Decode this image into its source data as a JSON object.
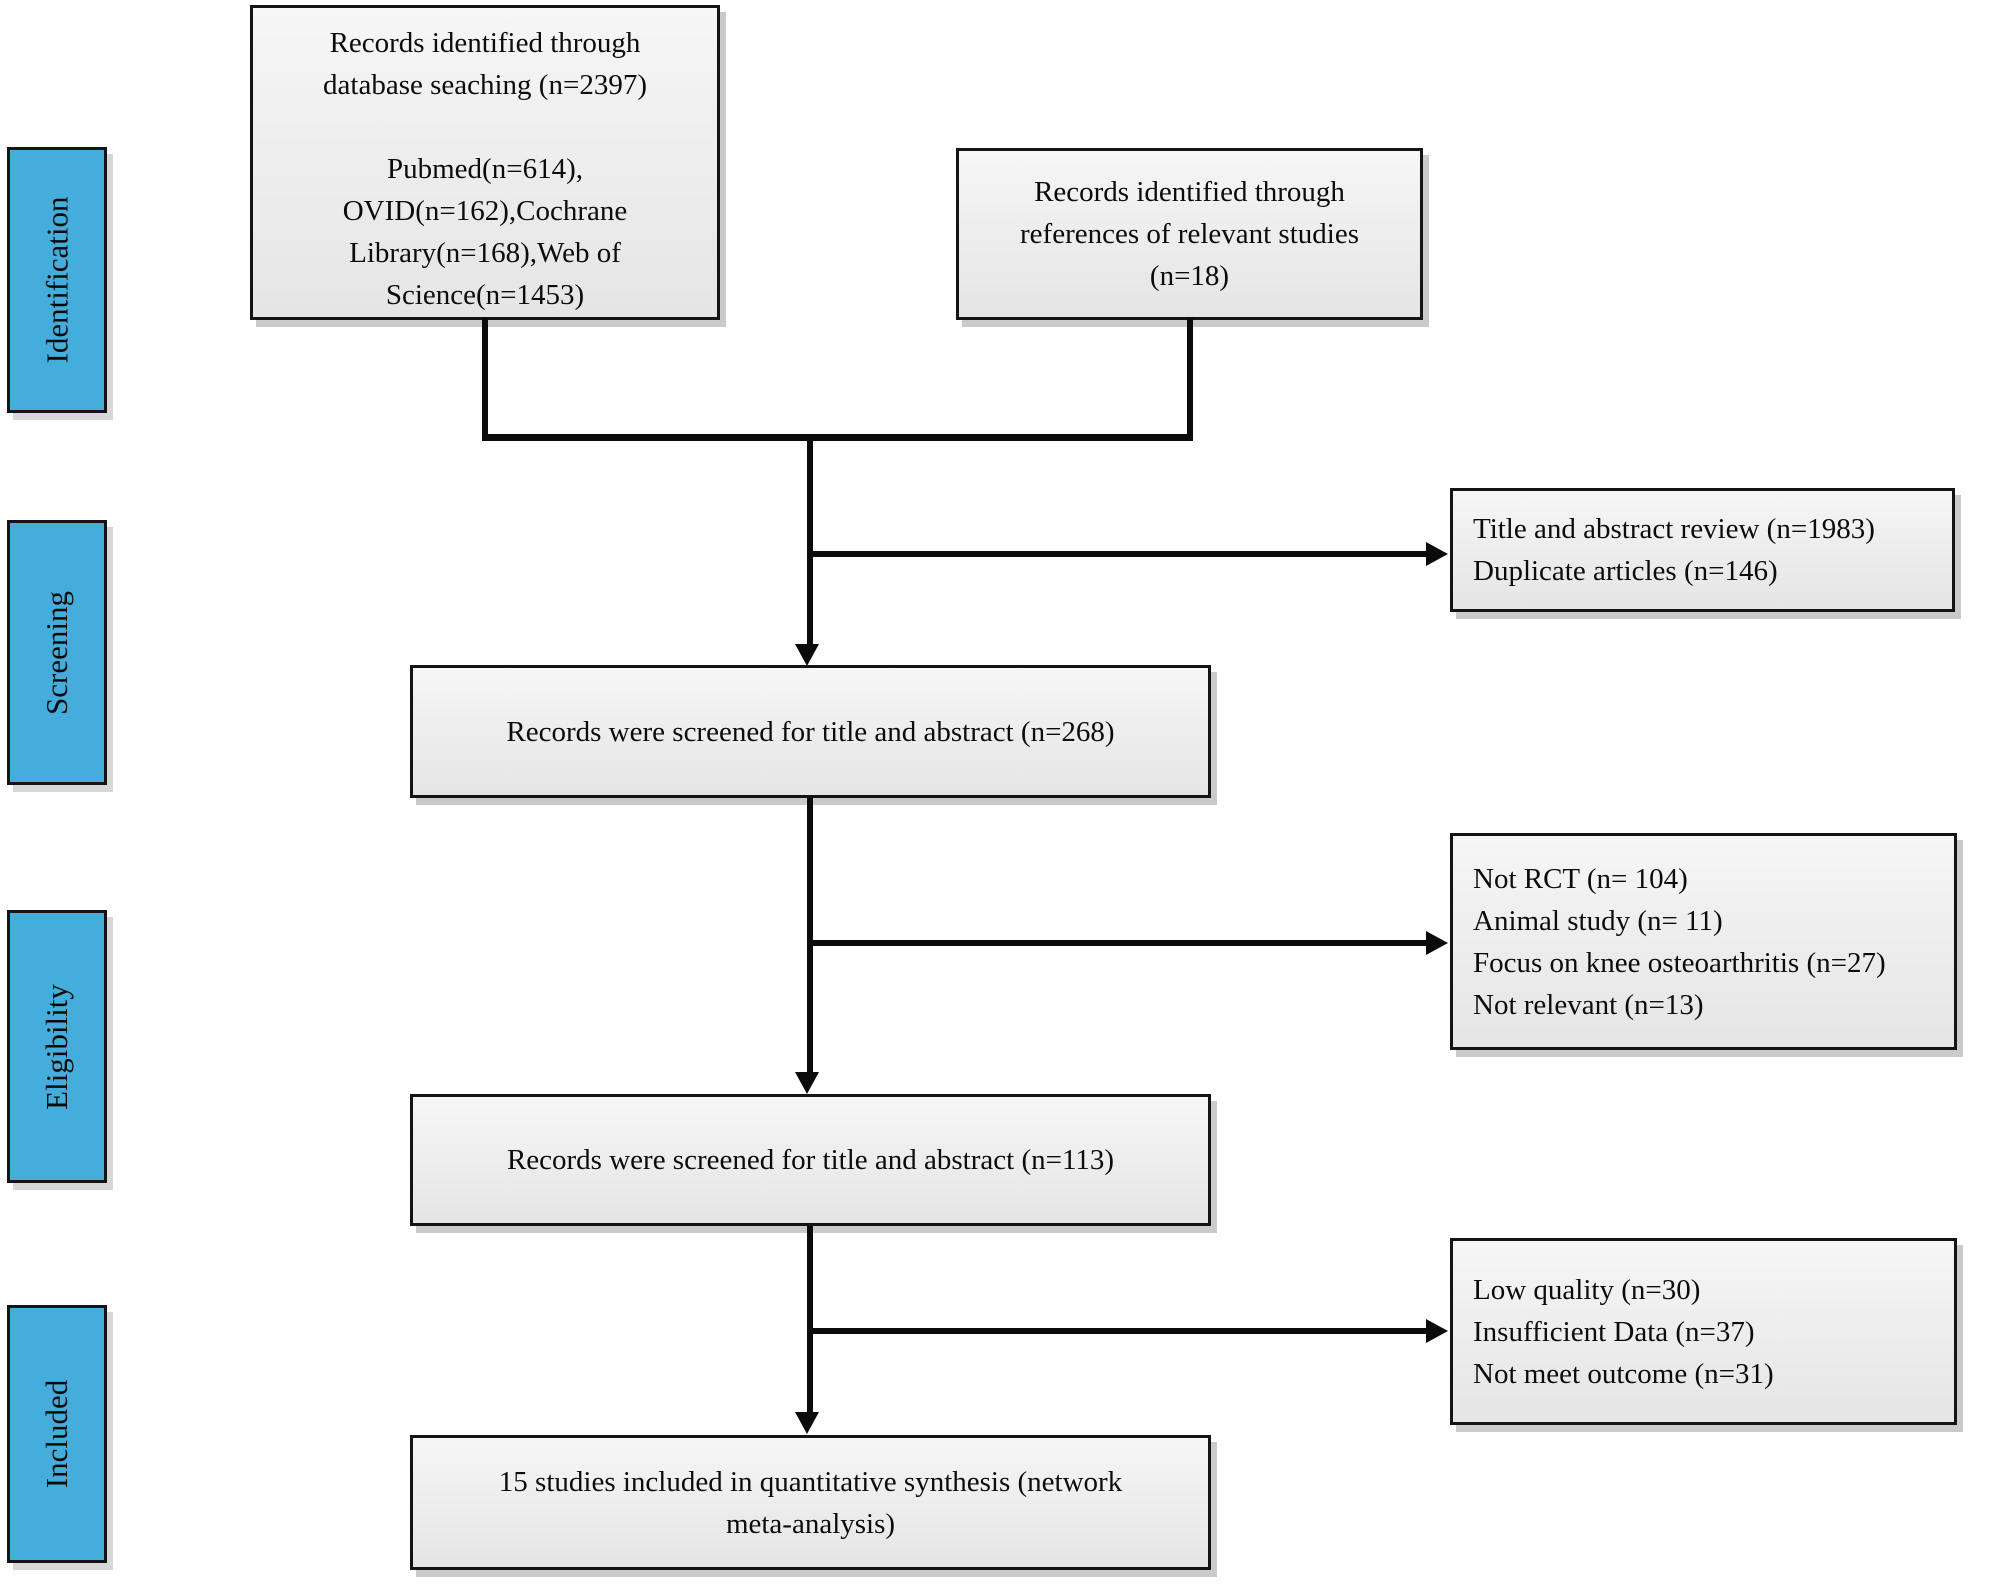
{
  "colors": {
    "sidebar_blue": "#45ADDC",
    "box_border": "#141414",
    "box_fill": "#EFEEEF",
    "connector_line": "#0B0B0B"
  },
  "sidebar": {
    "items": [
      {
        "label": "Identification"
      },
      {
        "label": "Screening"
      },
      {
        "label": "Eligibility"
      },
      {
        "label": "Included"
      }
    ]
  },
  "boxes": {
    "database_identification": {
      "lines": [
        "Records identified through",
        "database seaching (n=2397)",
        "",
        "Pubmed(n=614),",
        "OVID(n=162),Cochrane",
        "Library(n=168),Web of",
        "Science(n=1453)"
      ]
    },
    "reference_identification": {
      "lines": [
        "Records identified through",
        "references of relevant studies",
        "(n=18)"
      ]
    },
    "title_abstract_review": {
      "lines": [
        "Title and abstract review (n=1983)",
        "Duplicate articles (n=146)"
      ]
    },
    "screened_268": {
      "label": "Records were screened for title and abstract (n=268)"
    },
    "excluded_eligibility": {
      "lines": [
        "Not RCT (n= 104)",
        "Animal study (n= 11)",
        "Focus on knee osteoarthritis (n=27)",
        "Not relevant (n=13)"
      ]
    },
    "screened_113": {
      "label": "Records were screened for title and abstract (n=113)"
    },
    "excluded_quality": {
      "lines": [
        "Low quality (n=30)",
        "Insufficient Data (n=37)",
        "Not meet outcome (n=31)"
      ]
    },
    "included_synthesis": {
      "lines": [
        "15 studies included in quantitative synthesis (network",
        "meta-analysis)"
      ]
    }
  }
}
